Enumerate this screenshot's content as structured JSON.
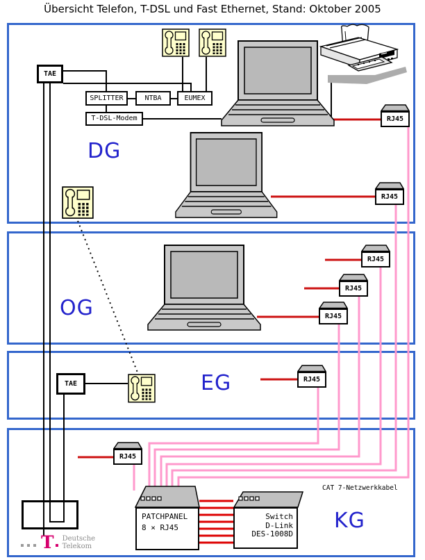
{
  "title": "Übersicht Telefon, T-DSL und Fast Ethernet, Stand: Oktober 2005",
  "floors": {
    "dg": "DG",
    "og": "OG",
    "eg": "EG",
    "kg": "KG"
  },
  "labels": {
    "tae": "TAE",
    "splitter": "SPLITTER",
    "ntba": "NTBA",
    "eumex": "EUMEX",
    "modem": "T-DSL-Modem",
    "rj45": "RJ45",
    "cat7": "CAT 7-Netzwerkkabel"
  },
  "patchpanel": {
    "line1": "PATCHPANEL",
    "line2": "8 × RJ45"
  },
  "switch": {
    "line1": "Switch",
    "line2": "D-Link",
    "line3": "DES-1008D"
  },
  "logo": {
    "t": "T",
    "line1": "Deutsche",
    "line2": "Telekom"
  },
  "colors": {
    "floor_border": "#3366CC",
    "floor_label": "#2222CC",
    "telephone_wire": "#000000",
    "ethernet_red": "#CC1111",
    "patch_red": "#DD0000",
    "cat7_pink": "#FF99CC",
    "device_yellow": "#FFFFCC",
    "device_gray": "#C0C0C0",
    "telekom_magenta": "#D6006E"
  }
}
